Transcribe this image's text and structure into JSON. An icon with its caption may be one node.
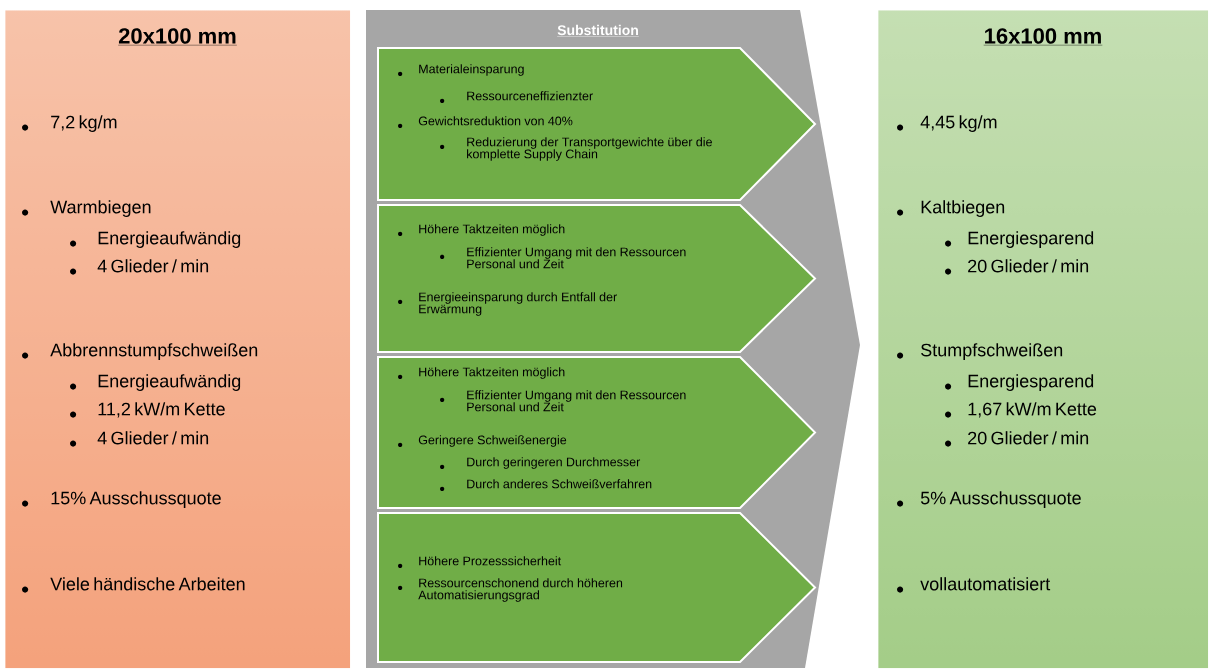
{
  "diagram": {
    "nodes": [
      {
        "text": [
          "20x100 mm",
          "7,2 kg/m",
          "Warmbiegen",
          "Energieaufwändig",
          "4 Glieder / min",
          "Abbrennstumpfschweißen",
          "Energieaufwändig",
          "11,2 kW/m Kette",
          "4 Glieder / min",
          "15% Ausschussquote",
          "Viele händische Arbeiten"
        ]
      },
      {
        "text": [
          "Substitution"
        ]
      },
      {
        "text": [
          "Materialeinsparung",
          "Ressourceneffizienzter",
          "Gewichtsreduktion von 40%",
          "Reduzierung der Transportgewichte über die komplette Supply Chain"
        ],
        "in": 1
      },
      {
        "text": [
          "Höhere Taktzeiten möglich",
          "Effizienter Umgang mit den Ressourcen Personal und Zeit",
          "Energieeinsparung durch Entfall der Erwärmung"
        ],
        "in": 1
      },
      {
        "text": [
          "Höhere Taktzeiten möglich",
          "Effizienter Umgang mit den Ressourcen Personal und Zeit",
          "Geringere Schweißenergie",
          "Durch geringeren Durchmesser",
          "Durch anderes Schweißverfahren"
        ],
        "in": 1
      },
      {
        "text": [
          "Höhere Prozesssicherheit",
          "Ressourcenschonend durch höheren Automatisierungsgrad"
        ],
        "in": 1
      },
      {
        "text": [
          "16x100 mm",
          "4,45 kg/m",
          "Kaltbiegen",
          "Energiesparend",
          "20 Glieder / min",
          "Stumpfschweißen",
          "Energiesparend",
          "1,67 kW/m Kette",
          "20 Glieder / min",
          "5% Ausschussquote",
          "vollautomatisiert"
        ]
      }
    ]
  }
}
